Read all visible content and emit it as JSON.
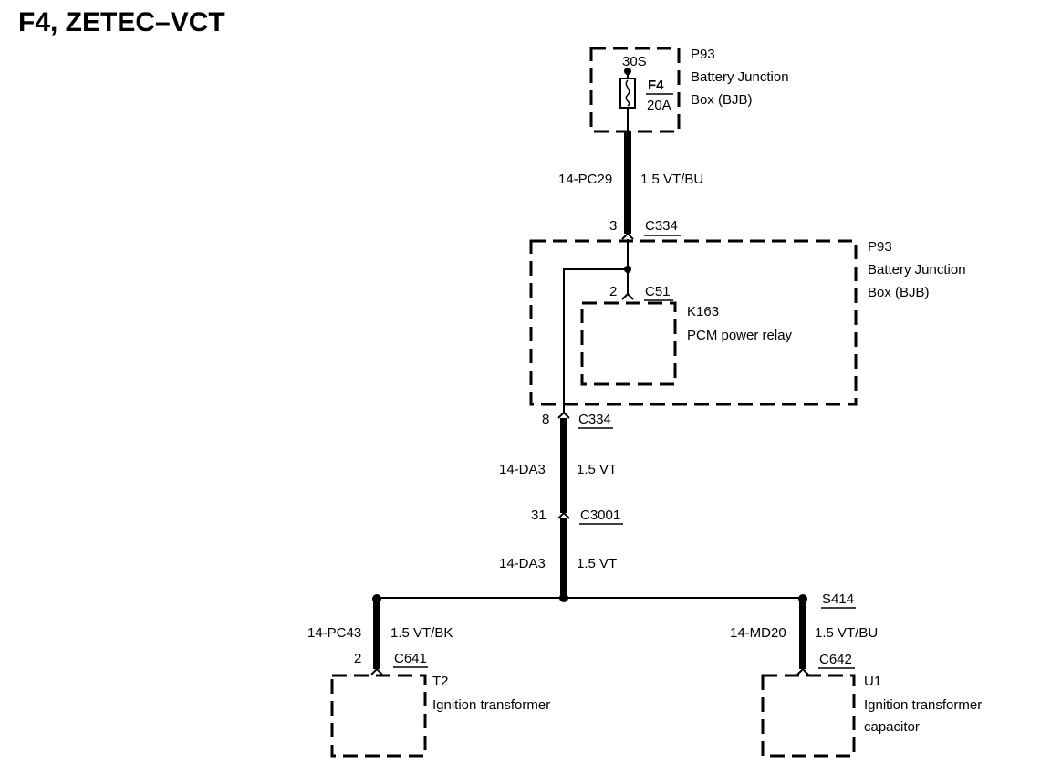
{
  "title": "F4, ZETEC–VCT",
  "bjb_top": {
    "id": "P93",
    "name_line1": "Battery Junction",
    "name_line2": "Box (BJB)",
    "terminal": "30S",
    "fuse_id": "F4",
    "fuse_rating": "20A"
  },
  "wire_pc29": {
    "circuit": "14-PC29",
    "spec": "1.5 VT/BU"
  },
  "c334_top": {
    "pin": "3",
    "connector": "C334"
  },
  "bjb_main": {
    "id": "P93",
    "name_line1": "Battery Junction",
    "name_line2": "Box (BJB)"
  },
  "c51": {
    "pin": "2",
    "connector": "C51"
  },
  "relay": {
    "id": "K163",
    "name": "PCM power relay"
  },
  "c334_bottom": {
    "pin": "8",
    "connector": "C334"
  },
  "wire_da3_upper": {
    "circuit": "14-DA3",
    "spec": "1.5 VT"
  },
  "c3001": {
    "pin": "31",
    "connector": "C3001"
  },
  "wire_da3_lower": {
    "circuit": "14-DA3",
    "spec": "1.5 VT"
  },
  "splice": {
    "id": "S414"
  },
  "wire_pc43": {
    "circuit": "14-PC43",
    "spec": "1.5 VT/BK"
  },
  "c641": {
    "pin": "2",
    "connector": "C641"
  },
  "transformer": {
    "id": "T2",
    "name": "Ignition transformer"
  },
  "wire_md20": {
    "circuit": "14-MD20",
    "spec": "1.5 VT/BU"
  },
  "c642": {
    "connector": "C642"
  },
  "capacitor": {
    "id": "U1",
    "name_line1": "Ignition transformer",
    "name_line2": "capacitor"
  }
}
